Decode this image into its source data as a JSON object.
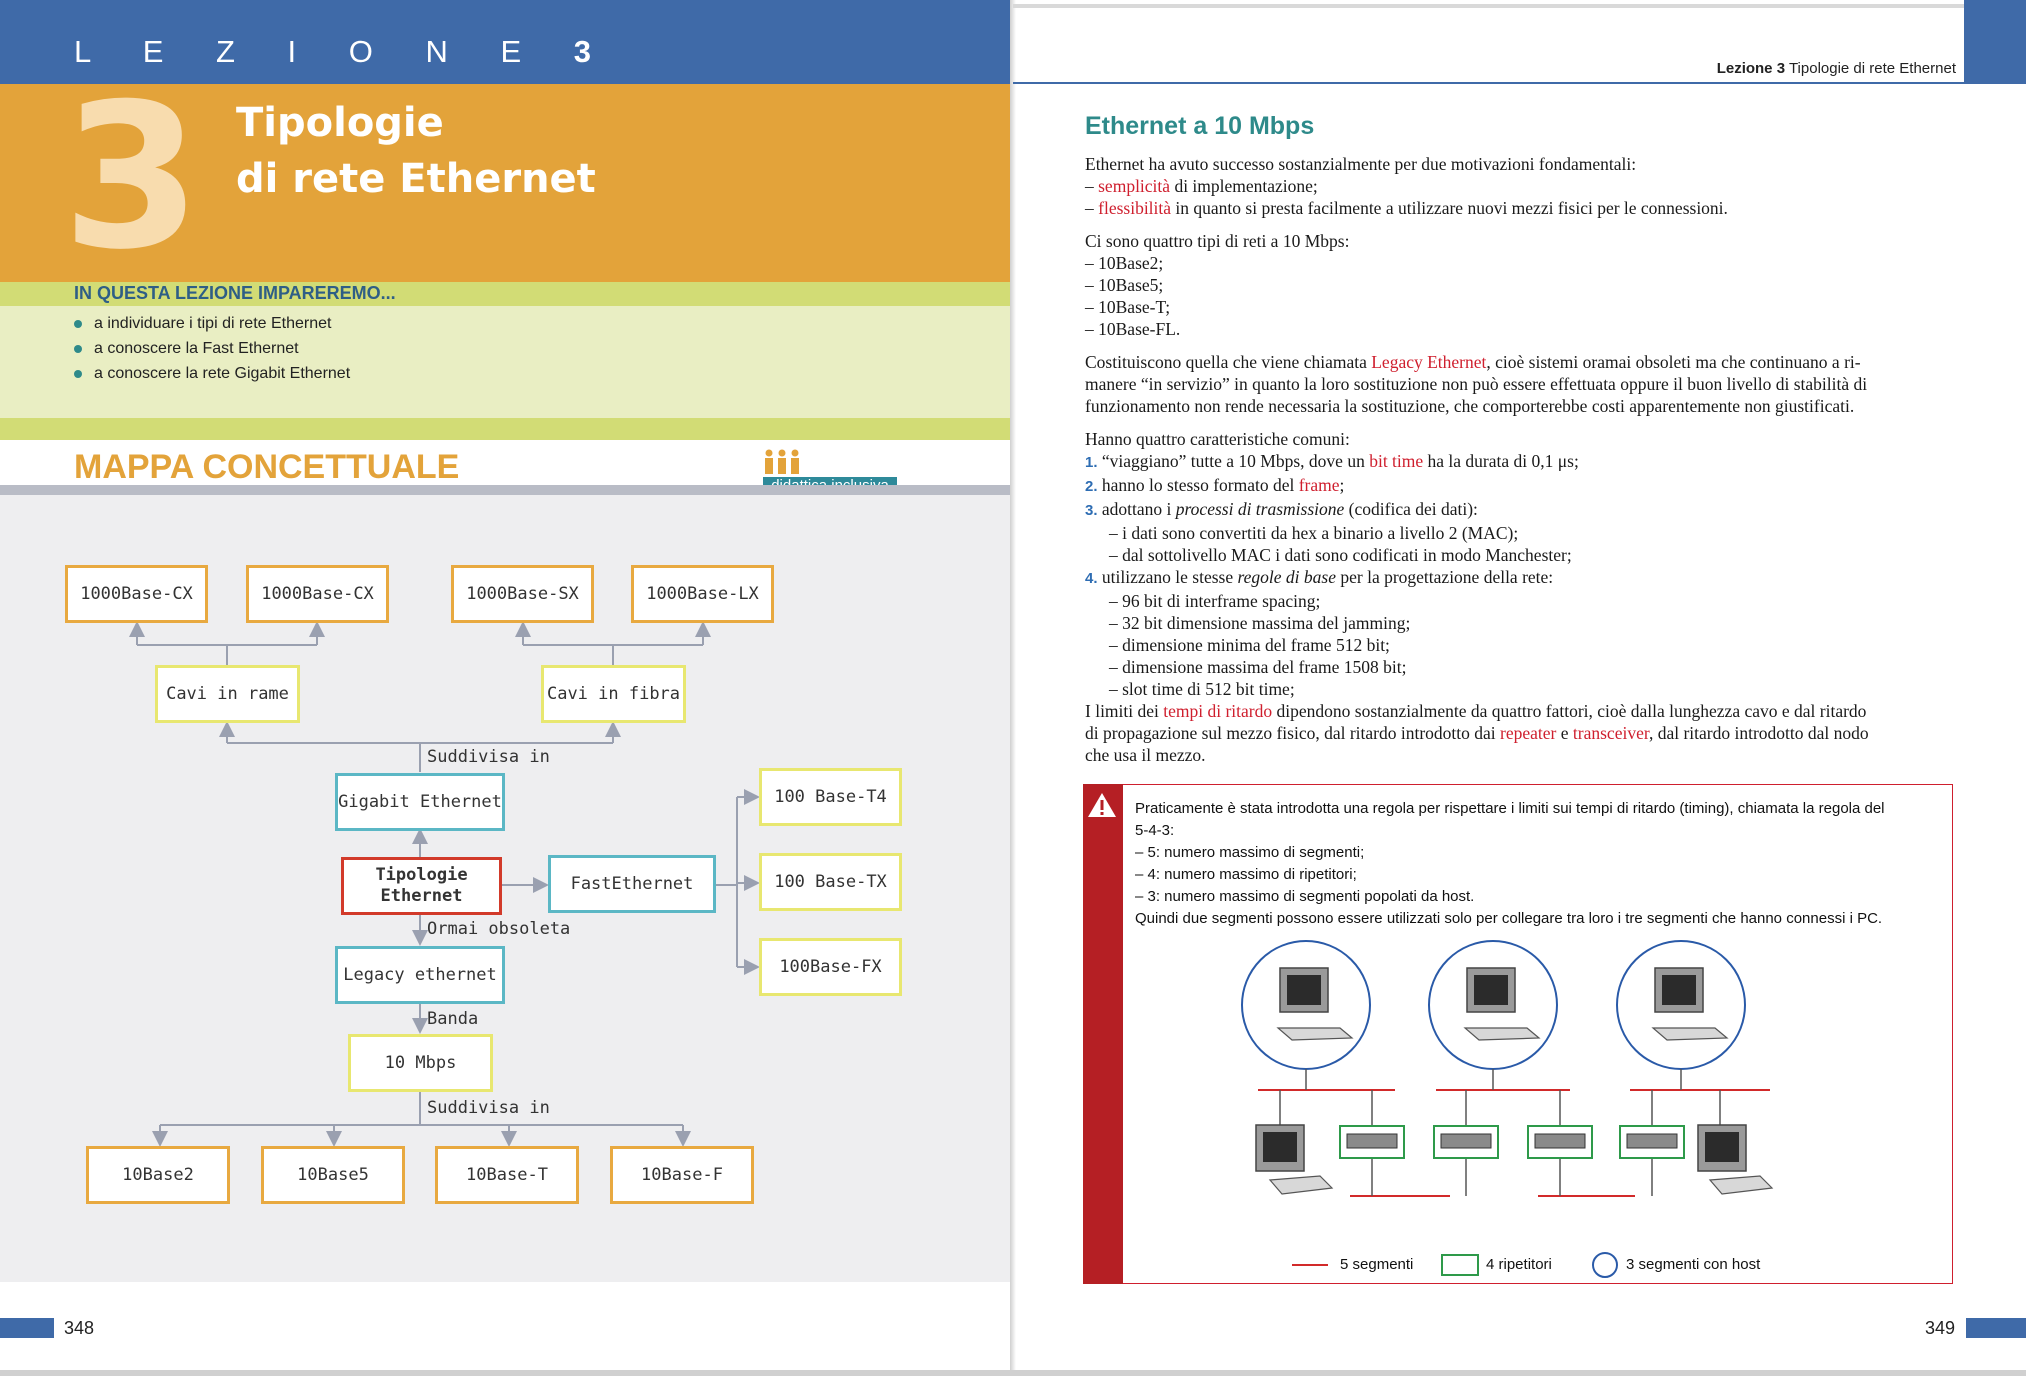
{
  "left_page": {
    "lesson_label_word": "L E Z I O N E",
    "lesson_label_num": "3",
    "big_number": "3",
    "title_line1": "Tipologie",
    "title_line2": "di rete Ethernet",
    "learn_heading": "IN QUESTA LEZIONE IMPAREREMO...",
    "learn_items": [
      "a individuare i tipi di rete Ethernet",
      "a conoscere la Fast Ethernet",
      "a conoscere la rete Gigabit Ethernet"
    ],
    "map_title": "MAPPA CONCETTUALE",
    "badge": "didattica inclusiva",
    "page_number": "348"
  },
  "concept_map": {
    "top_nodes": [
      "1000Base-CX",
      "1000Base-CX",
      "1000Base-SX",
      "1000Base-LX"
    ],
    "cavi_rame": "Cavi in rame",
    "cavi_fibra": "Cavi in fibra",
    "label_suddivisa_1": "Suddivisa in",
    "gigabit": "Gigabit Ethernet",
    "center_line1": "Tipologie",
    "center_line2": "Ethernet",
    "fast": "FastEthernet",
    "fast_children": [
      "100 Base-T4",
      "100 Base-TX",
      "100Base-FX"
    ],
    "label_obsoleta": "Ormai obsoleta",
    "legacy": "Legacy ethernet",
    "label_banda": "Banda",
    "mbps": "10 Mbps",
    "label_suddivisa_2": "Suddivisa in",
    "bottom_nodes": [
      "10Base2",
      "10Base5",
      "10Base-T",
      "10Base-F"
    ]
  },
  "right_page": {
    "running_head_bold": "Lezione 3",
    "running_head_rest": " Tipologie di rete Ethernet",
    "section_title": "Ethernet a 10 Mbps",
    "p1_intro": "Ethernet ha avuto successo sostanzialmente per due motivazioni fondamentali:",
    "p1_item1_red": "semplicità",
    "p1_item1_rest": " di implementazione;",
    "p1_item2_red": "flessibilità",
    "p1_item2_rest": " in quanto si presta facilmente a utilizzare nuovi mezzi fisici per le connessioni.",
    "p2_intro": "Ci sono quattro tipi di reti a 10 Mbps:",
    "p2_items": [
      "10Base2;",
      "10Base5;",
      "10Base-T;",
      "10Base-FL."
    ],
    "p3_a": "Costituiscono quella che viene chiamata ",
    "p3_red": "Legacy Ethernet",
    "p3_b": ", cioè sistemi oramai obsoleti ma che continuano a ri-",
    "p3_line2": "manere “in servizio” in quanto la loro sostituzione non può essere effettuata oppure il buon livello di stabilità di",
    "p3_line3": "funzionamento non rende necessaria la sostituzione, che comporterebbe costi apparentemente non giustificati.",
    "p4_intro": "Hanno quattro caratteristiche comuni:",
    "c1_a": "“viaggiano” tutte a 10 Mbps, dove un ",
    "c1_red": "bit time",
    "c1_b": " ha la durata di 0,1 μs;",
    "c2_a": "hanno lo stesso formato del ",
    "c2_red": "frame",
    "c2_b": ";",
    "c3_a": "adottano i ",
    "c3_em": "processi di trasmissione",
    "c3_b": " (codifica dei dati):",
    "c3_sub": [
      "i dati sono convertiti da hex a binario a livello 2 (MAC);",
      "dal sottolivello MAC i dati sono codificati in modo Manchester;"
    ],
    "c4_a": "utilizzano le stesse ",
    "c4_em": "regole di base",
    "c4_b": " per la progettazione della rete:",
    "c4_sub": [
      "96 bit di interframe spacing;",
      "32 bit dimensione massima del jamming;",
      "dimensione minima del frame 512 bit;",
      "dimensione massima del frame 1508 bit;",
      "slot time di 512 bit time;"
    ],
    "p5_a": "I limiti dei ",
    "p5_red1": "tempi di ritardo",
    "p5_b": " dipendono sostanzialmente da quattro fattori, cioè dalla lunghezza cavo e dal ritardo",
    "p5_line2_a": "di propagazione sul mezzo fisico, dal ritardo introdotto dai ",
    "p5_red2": "repeater",
    "p5_line2_b": " e ",
    "p5_red3": "transceiver",
    "p5_line2_c": ", dal ritardo introdotto dal nodo",
    "p5_line3": "che usa il mezzo.",
    "box_lines": [
      "Praticamente è stata introdotta una regola per rispettare i limiti sui tempi di ritardo (timing), chiamata la regola del",
      "5-4-3:",
      "– 5: numero massimo di segmenti;",
      "– 4: numero massimo di ripetitori;",
      "– 3: numero massimo di segmenti popolati da host.",
      "Quindi due segmenti possono essere utilizzati solo per collegare tra loro i tre segmenti che hanno connessi i PC."
    ],
    "legend_segments": "5 segmenti",
    "legend_repeaters": "4 ripetitori",
    "legend_hosts": "3 segmenti con host",
    "page_number": "349"
  },
  "colors": {
    "blue_header": "#3f6aa8",
    "orange": "#e3a33a",
    "teal_title": "#2e8a8a",
    "red_keyword": "#cf1f2e"
  }
}
